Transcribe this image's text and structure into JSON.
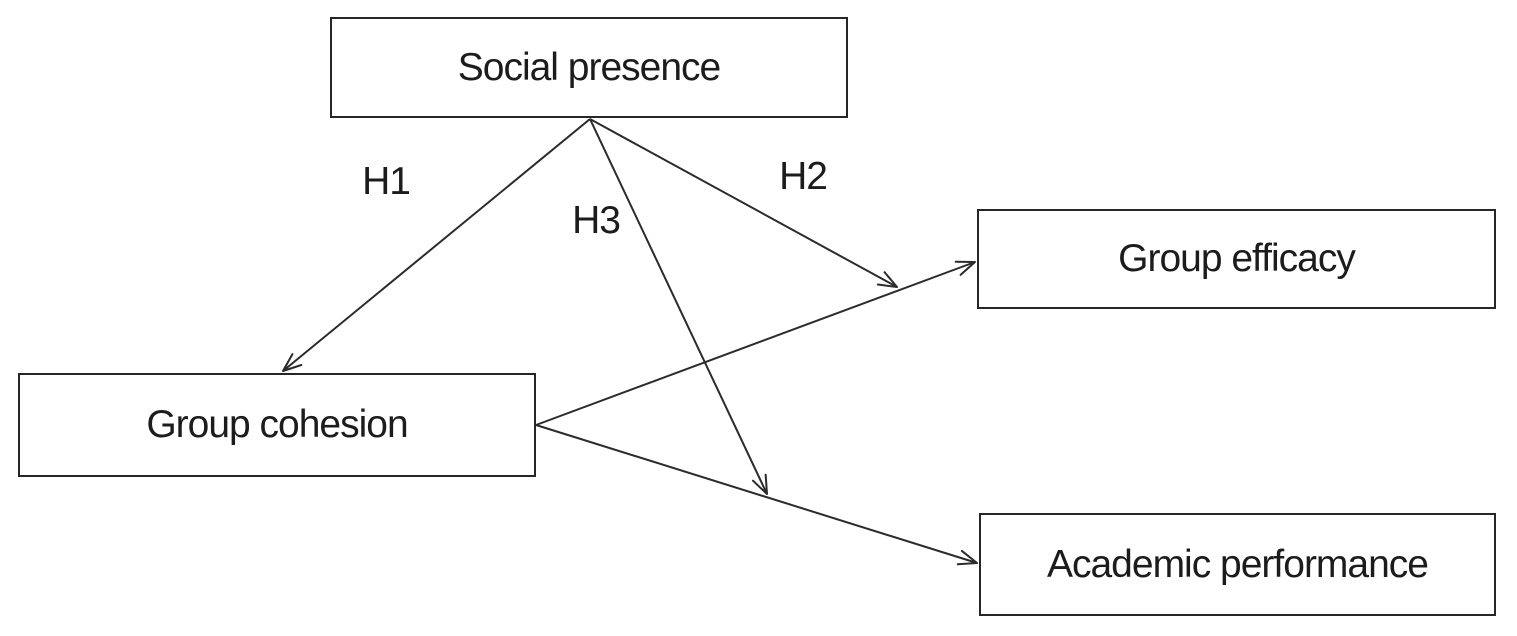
{
  "diagram": {
    "colors": {
      "background": "#ffffff",
      "line": "#2b2b2b",
      "box_border": "#262626",
      "text": "#1c1c1c"
    },
    "nodes": [
      {
        "id": "social-presence",
        "label": "Social presence"
      },
      {
        "id": "group-cohesion",
        "label": "Group cohesion"
      },
      {
        "id": "group-efficacy",
        "label": "Group efficacy"
      },
      {
        "id": "academic-performance",
        "label": "Academic performance"
      }
    ],
    "edges": [
      {
        "from": "Social presence",
        "to": "Group cohesion",
        "label": "H1"
      },
      {
        "from": "Social presence",
        "to": "Group efficacy",
        "label": "H2"
      },
      {
        "from": "Social presence",
        "to": "Academic performance",
        "label": "H3"
      },
      {
        "from": "Group cohesion",
        "to": "Group efficacy",
        "label": ""
      },
      {
        "from": "Group cohesion",
        "to": "Academic performance",
        "label": ""
      }
    ]
  }
}
